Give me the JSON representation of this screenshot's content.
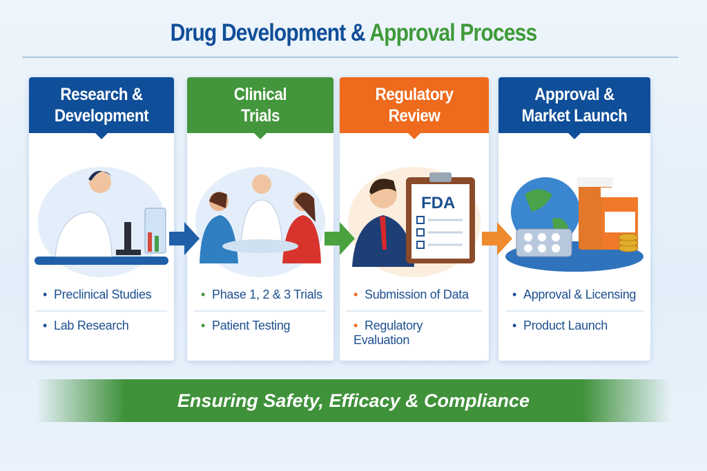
{
  "title": {
    "part1": "Drug Development &",
    "part2": "Approval Process"
  },
  "stages": [
    {
      "title_line1": "Research &",
      "title_line2": "Development",
      "color": "#0f4e98",
      "bullet_color": "#1c4f8f",
      "bullets": [
        "Preclinical Studies",
        "Lab Research"
      ]
    },
    {
      "title_line1": "Clinical",
      "title_line2": "Trials",
      "color": "#43963c",
      "bullet_color": "#43963c",
      "bullets": [
        "Phase 1, 2 & 3 Trials",
        "Patient Testing"
      ]
    },
    {
      "title_line1": "Regulatory",
      "title_line2": "Review",
      "color": "#ee6a1c",
      "bullet_color": "#ee6a1c",
      "bullets": [
        "Submission of Data",
        "Regulatory Evaluation"
      ]
    },
    {
      "title_line1": "Approval &",
      "title_line2": "Market Launch",
      "color": "#0f4e98",
      "bullet_color": "#1c4f8f",
      "bullets": [
        "Approval & Licensing",
        "Product Launch"
      ]
    }
  ],
  "clipboard_label": "FDA",
  "banner": "Ensuring Safety, Efficacy & Compliance"
}
